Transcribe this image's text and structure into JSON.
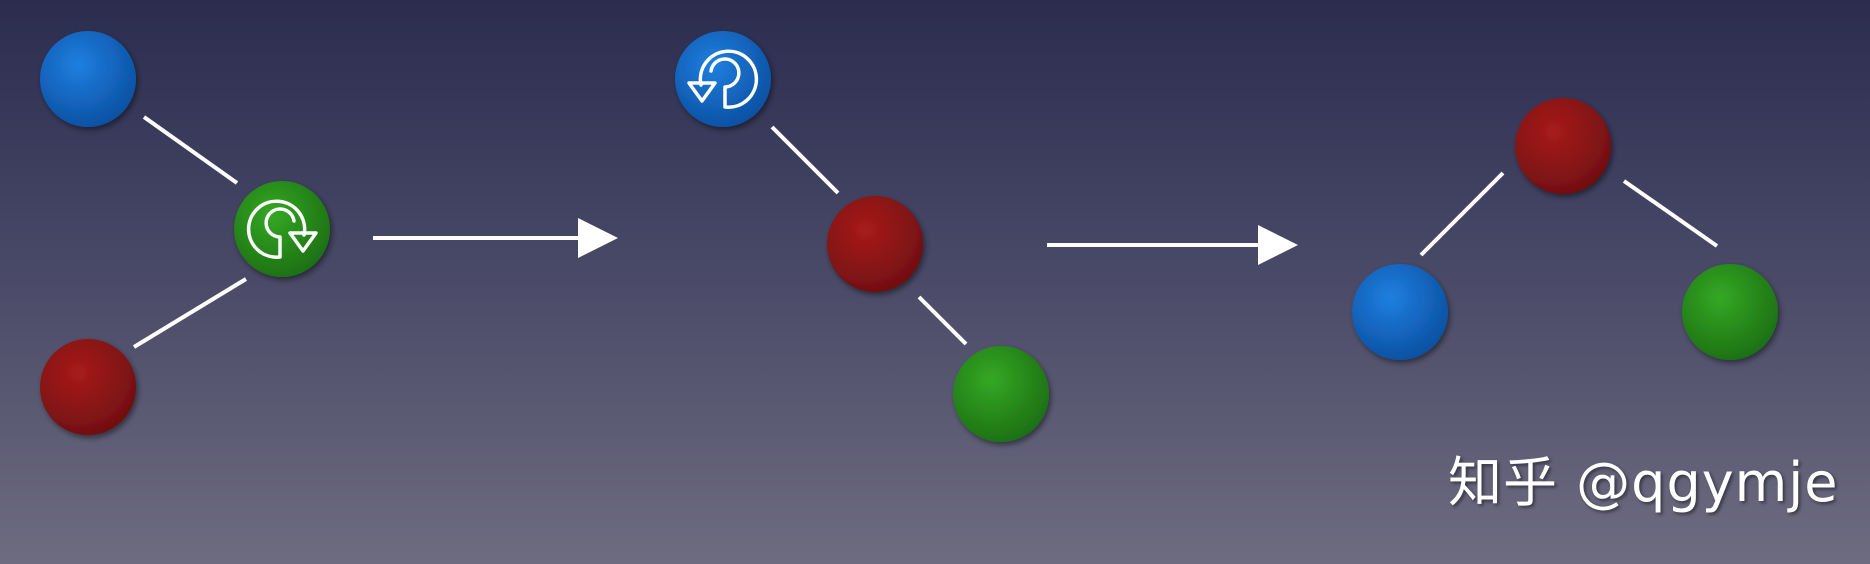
{
  "colors": {
    "blue_light": "#1a73d1",
    "blue_dark": "#0a4fa0",
    "red_light": "#9e1818",
    "red_dark": "#6f0f10",
    "green_light": "#2c9a1f",
    "green_dark": "#1c6e12",
    "edge": "#ffffff"
  },
  "stages": [
    {
      "name": "stage-1",
      "nodes": [
        {
          "id": "blue",
          "color": "blue",
          "icon": "rotate-clockwise-icon",
          "show_icon": false
        },
        {
          "id": "green",
          "color": "green",
          "icon": "rotate-clockwise-icon",
          "show_icon": true
        },
        {
          "id": "red",
          "color": "red",
          "icon": "",
          "show_icon": false
        }
      ]
    },
    {
      "name": "stage-2",
      "nodes": [
        {
          "id": "blue",
          "color": "blue",
          "icon": "rotate-counterclockwise-icon",
          "show_icon": true
        },
        {
          "id": "red",
          "color": "red",
          "icon": "",
          "show_icon": false
        },
        {
          "id": "green",
          "color": "green",
          "icon": "",
          "show_icon": false
        }
      ]
    },
    {
      "name": "stage-3",
      "nodes": [
        {
          "id": "red",
          "color": "red",
          "icon": "",
          "show_icon": false
        },
        {
          "id": "blue",
          "color": "blue",
          "icon": "",
          "show_icon": false
        },
        {
          "id": "green",
          "color": "green",
          "icon": "",
          "show_icon": false
        }
      ]
    }
  ],
  "watermark": "知乎 @qgymje"
}
